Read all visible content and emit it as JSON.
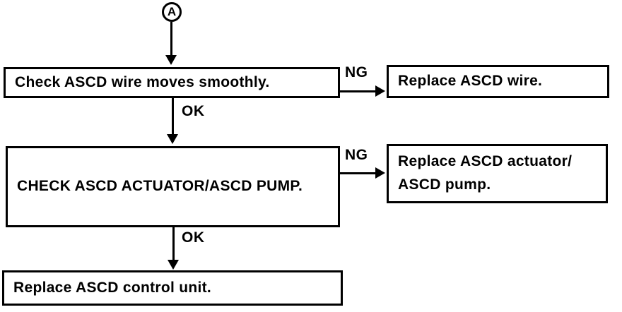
{
  "diagram_type": "flowchart",
  "connector": {
    "label": "A"
  },
  "nodes": {
    "check_wire": {
      "text": "Check ASCD wire moves smoothly."
    },
    "replace_wire": {
      "text": "Replace ASCD wire."
    },
    "check_actuator": {
      "text": "CHECK ASCD ACTUATOR/ASCD PUMP."
    },
    "replace_actuator": {
      "text": "Replace ASCD actuator/\nASCD pump."
    },
    "replace_control_unit": {
      "text": "Replace ASCD control unit."
    }
  },
  "edges": {
    "wire_ng": {
      "label": "NG"
    },
    "wire_ok": {
      "label": "OK"
    },
    "actuator_ng": {
      "label": "NG"
    },
    "actuator_ok": {
      "label": "OK"
    }
  },
  "colors": {
    "line": "#000000",
    "background": "#ffffff"
  }
}
